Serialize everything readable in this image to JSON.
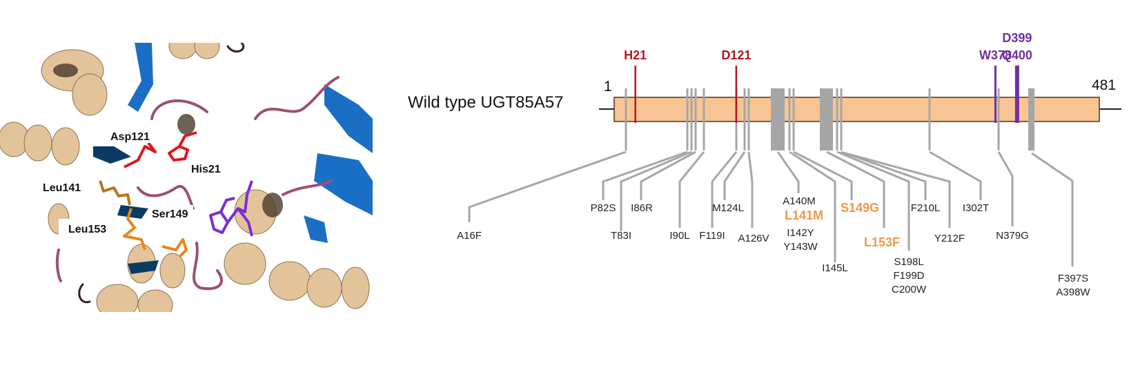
{
  "protein_structure": {
    "residue_labels": [
      {
        "id": "asp121",
        "text": "Asp121"
      },
      {
        "id": "his21",
        "text": "His21"
      },
      {
        "id": "leu141",
        "text": "Leu141"
      },
      {
        "id": "ser149",
        "text": "Ser149"
      },
      {
        "id": "leu153",
        "text": "Leu153"
      }
    ],
    "colors": {
      "helix": "#e8c9a0",
      "sheet": "#1a6fc4",
      "loop": "#9c5070",
      "catalytic": "#e0161b",
      "mutated": "#e8861a",
      "ligand": "#7a2ed6"
    }
  },
  "domain_map": {
    "title": "Wild type UGT85A57",
    "start_label": "1",
    "end_label": "481",
    "length": 481,
    "bar_color": "#f9c493",
    "catalytic_sites": [
      {
        "label": "H21",
        "position": 21,
        "color": "#b3161b"
      },
      {
        "label": "D121",
        "position": 121,
        "color": "#b3161b"
      }
    ],
    "binding_sites": [
      {
        "label": "W378",
        "position": 378,
        "color": "#7030a0"
      },
      {
        "label": "D399\nQ400",
        "lines": [
          "D399",
          "Q400"
        ],
        "position": 399.5,
        "color": "#7030a0"
      }
    ],
    "highlight_color": "#f0984a",
    "mutations": [
      {
        "lines": [
          "A16F"
        ],
        "highlight": false
      },
      {
        "lines": [
          "P82S"
        ],
        "highlight": false
      },
      {
        "lines": [
          "T83I"
        ],
        "highlight": false
      },
      {
        "lines": [
          "I86R"
        ],
        "highlight": false
      },
      {
        "lines": [
          "I90L"
        ],
        "highlight": false
      },
      {
        "lines": [
          "F119I"
        ],
        "highlight": false
      },
      {
        "lines": [
          "M124L"
        ],
        "highlight": false
      },
      {
        "lines": [
          "A126V"
        ],
        "highlight": false
      },
      {
        "lines": [
          "A140M"
        ],
        "highlight": false
      },
      {
        "lines": [
          "L141M"
        ],
        "highlight": true
      },
      {
        "lines": [
          "I142Y",
          "Y143W"
        ],
        "highlight": false
      },
      {
        "lines": [
          "I145L"
        ],
        "highlight": false
      },
      {
        "lines": [
          "S149G"
        ],
        "highlight": true
      },
      {
        "lines": [
          "L153F"
        ],
        "highlight": true
      },
      {
        "lines": [
          "S198L",
          "F199D",
          "C200W"
        ],
        "highlight": false
      },
      {
        "lines": [
          "F210L"
        ],
        "highlight": false
      },
      {
        "lines": [
          "Y212F"
        ],
        "highlight": false
      },
      {
        "lines": [
          "I302T"
        ],
        "highlight": false
      },
      {
        "lines": [
          "N379G"
        ],
        "highlight": false
      },
      {
        "lines": [
          "F397S",
          "A398W"
        ],
        "highlight": false
      }
    ]
  }
}
